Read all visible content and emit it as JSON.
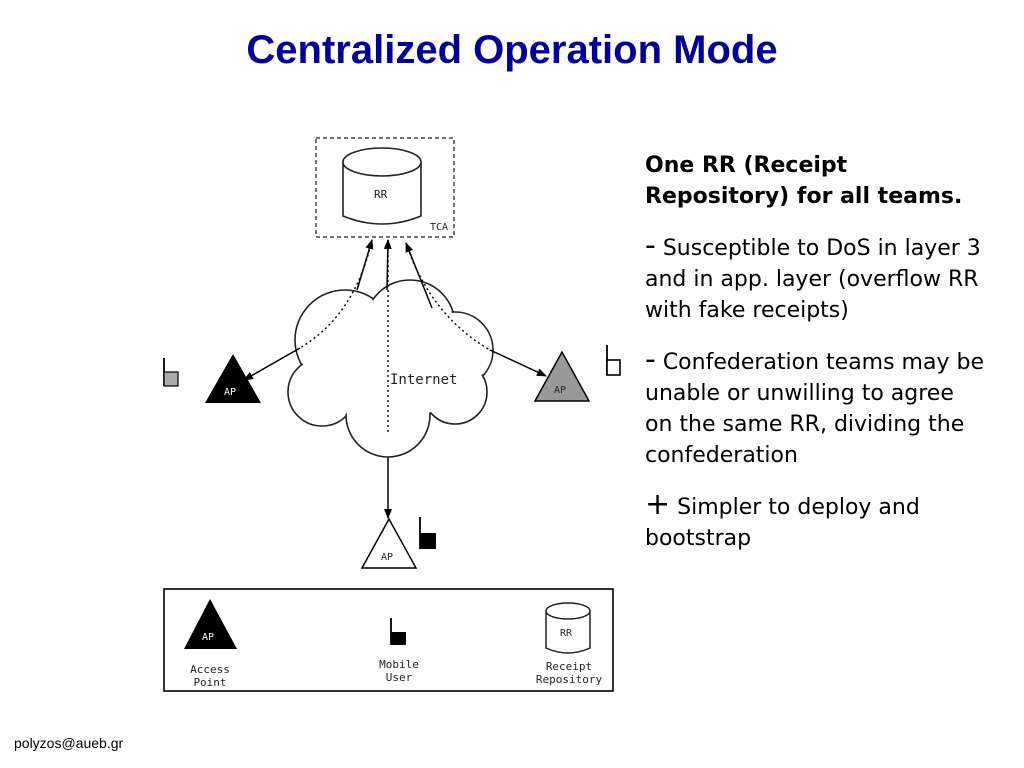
{
  "title": "Centralized Operation Mode",
  "diagram": {
    "rr_label": "RR",
    "tca_label": "TCA",
    "cloud_label": "Internet",
    "ap_label": "AP",
    "legend": {
      "access_point": [
        "Access",
        "Point"
      ],
      "mobile_user": [
        "Mobile",
        "User"
      ],
      "receipt_repository": [
        "Receipt",
        "Repository"
      ],
      "rr_label": "RR",
      "ap_label": "AP"
    }
  },
  "bullets": {
    "intro": "One RR (Receipt Repository) for all teams.",
    "points": [
      {
        "mark": "-",
        "text": " Susceptible to DoS in layer 3 and in app. layer (overflow RR with fake receipts)"
      },
      {
        "mark": "-",
        "text": " Confederation teams may be unable or unwilling to agree on the same RR, dividing the confederation"
      },
      {
        "mark": "+",
        "text": " Simpler to deploy and bootstrap"
      }
    ]
  },
  "footer": "polyzos@aueb.gr",
  "colors": {
    "title": "#000099",
    "ap_gray": "#999999",
    "ap_black": "#000000"
  }
}
